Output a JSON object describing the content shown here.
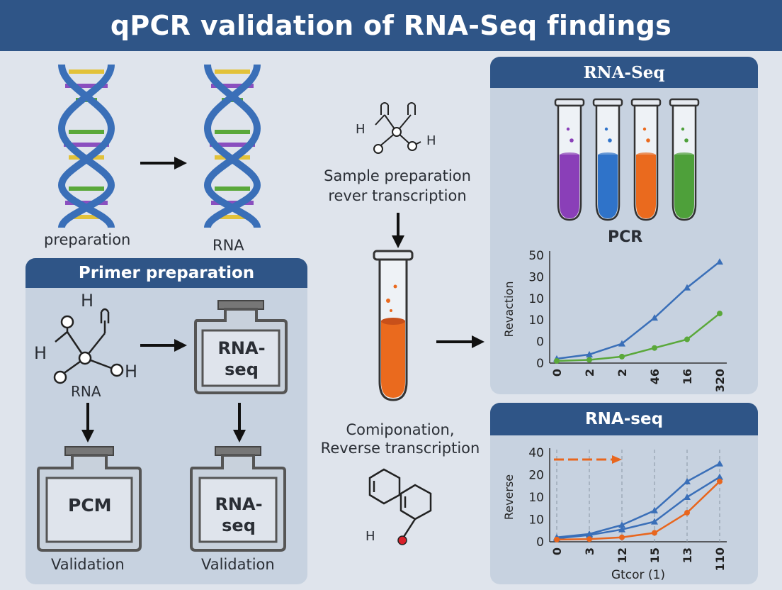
{
  "title": "qPCR validation of RNA-Seq findings",
  "left_top": {
    "label_left": "preparation",
    "label_right": "RNA"
  },
  "primer_panel": {
    "heading": "Primer preparation",
    "h_top": "H",
    "h_left": "H",
    "h_right": "H",
    "molecule_label": "RNA",
    "flask_top_right": "RNA-\nseq",
    "flask_bottom_left": "PCM",
    "flask_bottom_right": "RNA-\nseq",
    "validation_left": "Validation",
    "validation_right": "Validation"
  },
  "middle": {
    "h_left": "H",
    "h_right": "H",
    "sample_text_line1": "Sample preparation",
    "sample_text_line2": "rever transcription",
    "comp_text_line1": "Comiponation,",
    "comp_text_line2": "Reverse transcription",
    "h_bottom": "H"
  },
  "rnaseq_top_panel": {
    "heading": "RNA-Seq",
    "tube_colors": [
      "#8a3fb8",
      "#2f73c9",
      "#ea6a1e",
      "#4ea03a"
    ],
    "pcr_label": "PCR"
  },
  "rnaseq_bottom_panel": {
    "heading": "RNA-seq"
  },
  "colors": {
    "accent": "#2f5587",
    "blue_series": "#3a6fb8",
    "green_series": "#5aa83a",
    "orange_series": "#e8661e"
  },
  "chart_data": [
    {
      "type": "line",
      "title": "PCR",
      "ylabel": "Revaction",
      "xlabel": "",
      "y_ticks": [
        "50",
        "30",
        "10",
        "10",
        "0",
        "0"
      ],
      "categories": [
        "0",
        "2",
        "2",
        "46",
        "16",
        "320"
      ],
      "series": [
        {
          "values": [
            2,
            4,
            9,
            21,
            35,
            47
          ]
        },
        {
          "values": [
            1,
            1.5,
            3,
            7,
            11,
            23
          ]
        }
      ],
      "ylim": [
        0,
        50
      ],
      "grid": false
    },
    {
      "type": "line",
      "title": "",
      "ylabel": "Reverse",
      "xlabel": "Gtcor (1)",
      "y_ticks": [
        "40",
        "20",
        "10",
        "10",
        "0"
      ],
      "categories": [
        "0",
        "3",
        "12",
        "15",
        "13",
        "110"
      ],
      "series": [
        {
          "values": [
            2,
            3.5,
            7.5,
            14,
            27,
            35
          ]
        },
        {
          "values": [
            1.5,
            3,
            5.5,
            9,
            20,
            29
          ]
        },
        {
          "values": [
            1,
            1.2,
            2,
            4,
            13,
            27
          ]
        }
      ],
      "ylim": [
        0,
        40
      ],
      "grid": true,
      "annotation": "dashed arrow at top-left"
    }
  ]
}
